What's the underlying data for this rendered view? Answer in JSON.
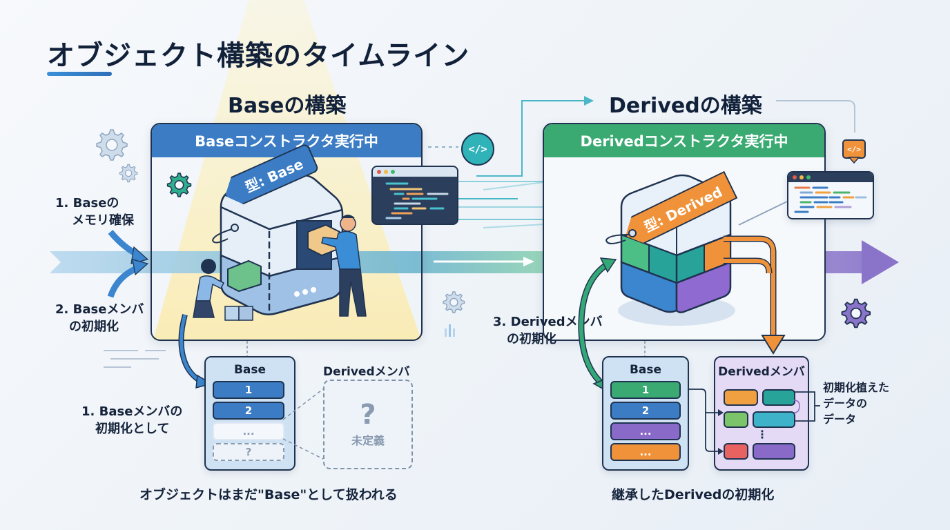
{
  "title": "オブジェクト構築のタイムライン",
  "colors": {
    "base_blue": "#3b7cc4",
    "derived_green": "#3aaa72",
    "derived_orange": "#f0923a",
    "timeline_purple": "#8a74c9",
    "teal": "#2fb3b9"
  },
  "base_section": {
    "heading": "Baseの構築",
    "panel_header": "Baseコンストラクタ実行中",
    "tag_label": "型: Base",
    "step1_line1": "1. Baseの",
    "step1_line2": "メモリ確保",
    "step2_line1": "2. Baseメンバ",
    "step2_line2": "の初期化",
    "note_line1": "1. Baseメンバの",
    "note_line2": "初期化として",
    "memory_box": {
      "title": "Base",
      "slots": [
        "1",
        "2",
        "...",
        "?"
      ]
    },
    "derived_members": {
      "title": "Derivedメンバ",
      "placeholder_symbol": "?",
      "placeholder_label": "未定義"
    },
    "caption": "オブジェクトはまだ\"Base\"として扱われる"
  },
  "derived_section": {
    "heading": "Derivedの構築",
    "panel_header": "Derivedコンストラクタ実行中",
    "tag_label": "型: Derived",
    "step3_line1": "3. Derivedメンバ",
    "step3_line2": "の初期化",
    "memory_box": {
      "title": "Base",
      "slots": [
        "1",
        "2",
        "...",
        "..."
      ]
    },
    "derived_members": {
      "title": "Derivedメンバ",
      "ellipsis": "⋮"
    },
    "bracket_label_line1": "初期化植えた",
    "bracket_label_line2": "データの",
    "bracket_label_line3": "データ",
    "caption": "継承したDerivedの初期化"
  },
  "icons": {
    "code": "</>"
  }
}
